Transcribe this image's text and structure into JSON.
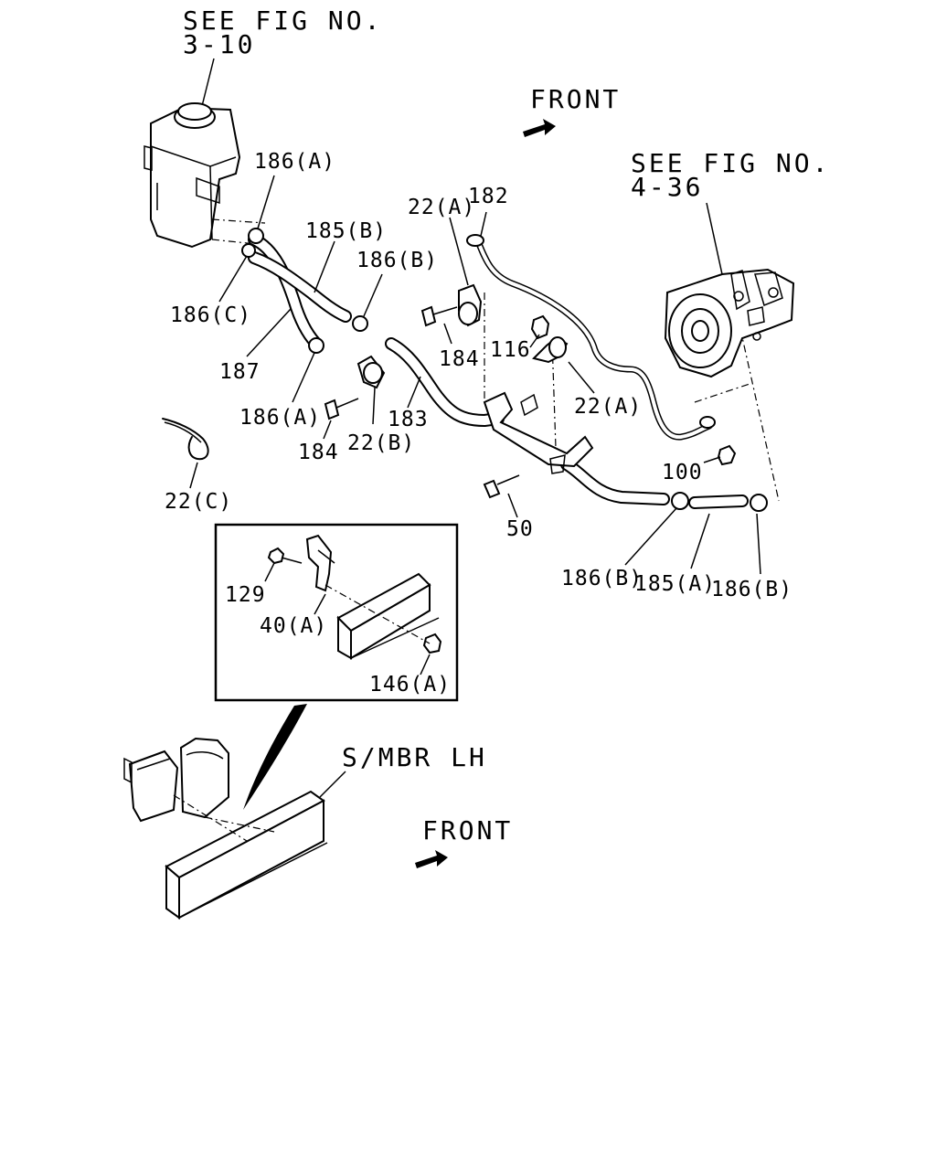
{
  "references": {
    "tank": "SEE FIG NO.\n3-10",
    "pump": "SEE FIG NO.\n4-36"
  },
  "front_top": "FRONT",
  "front_bottom": "FRONT",
  "member_label": "S/MBR LH",
  "callouts": {
    "c186A_top": "186(A)",
    "c185B": "185(B)",
    "c186B_mid": "186(B)",
    "c186C": "186(C)",
    "c187": "187",
    "c186A_low": "186(A)",
    "c22A_left": "22(A)",
    "c182": "182",
    "c184_top": "184",
    "c116": "116",
    "c22A_right": "22(A)",
    "c183": "183",
    "c184_low": "184",
    "c22B": "22(B)",
    "c22C": "22(C)",
    "c100": "100",
    "c50": "50",
    "c186B_left": "186(B)",
    "c185A": "185(A)",
    "c186B_right": "186(B)",
    "c129": "129",
    "c40A": "40(A)",
    "c146A": "146(A)"
  }
}
